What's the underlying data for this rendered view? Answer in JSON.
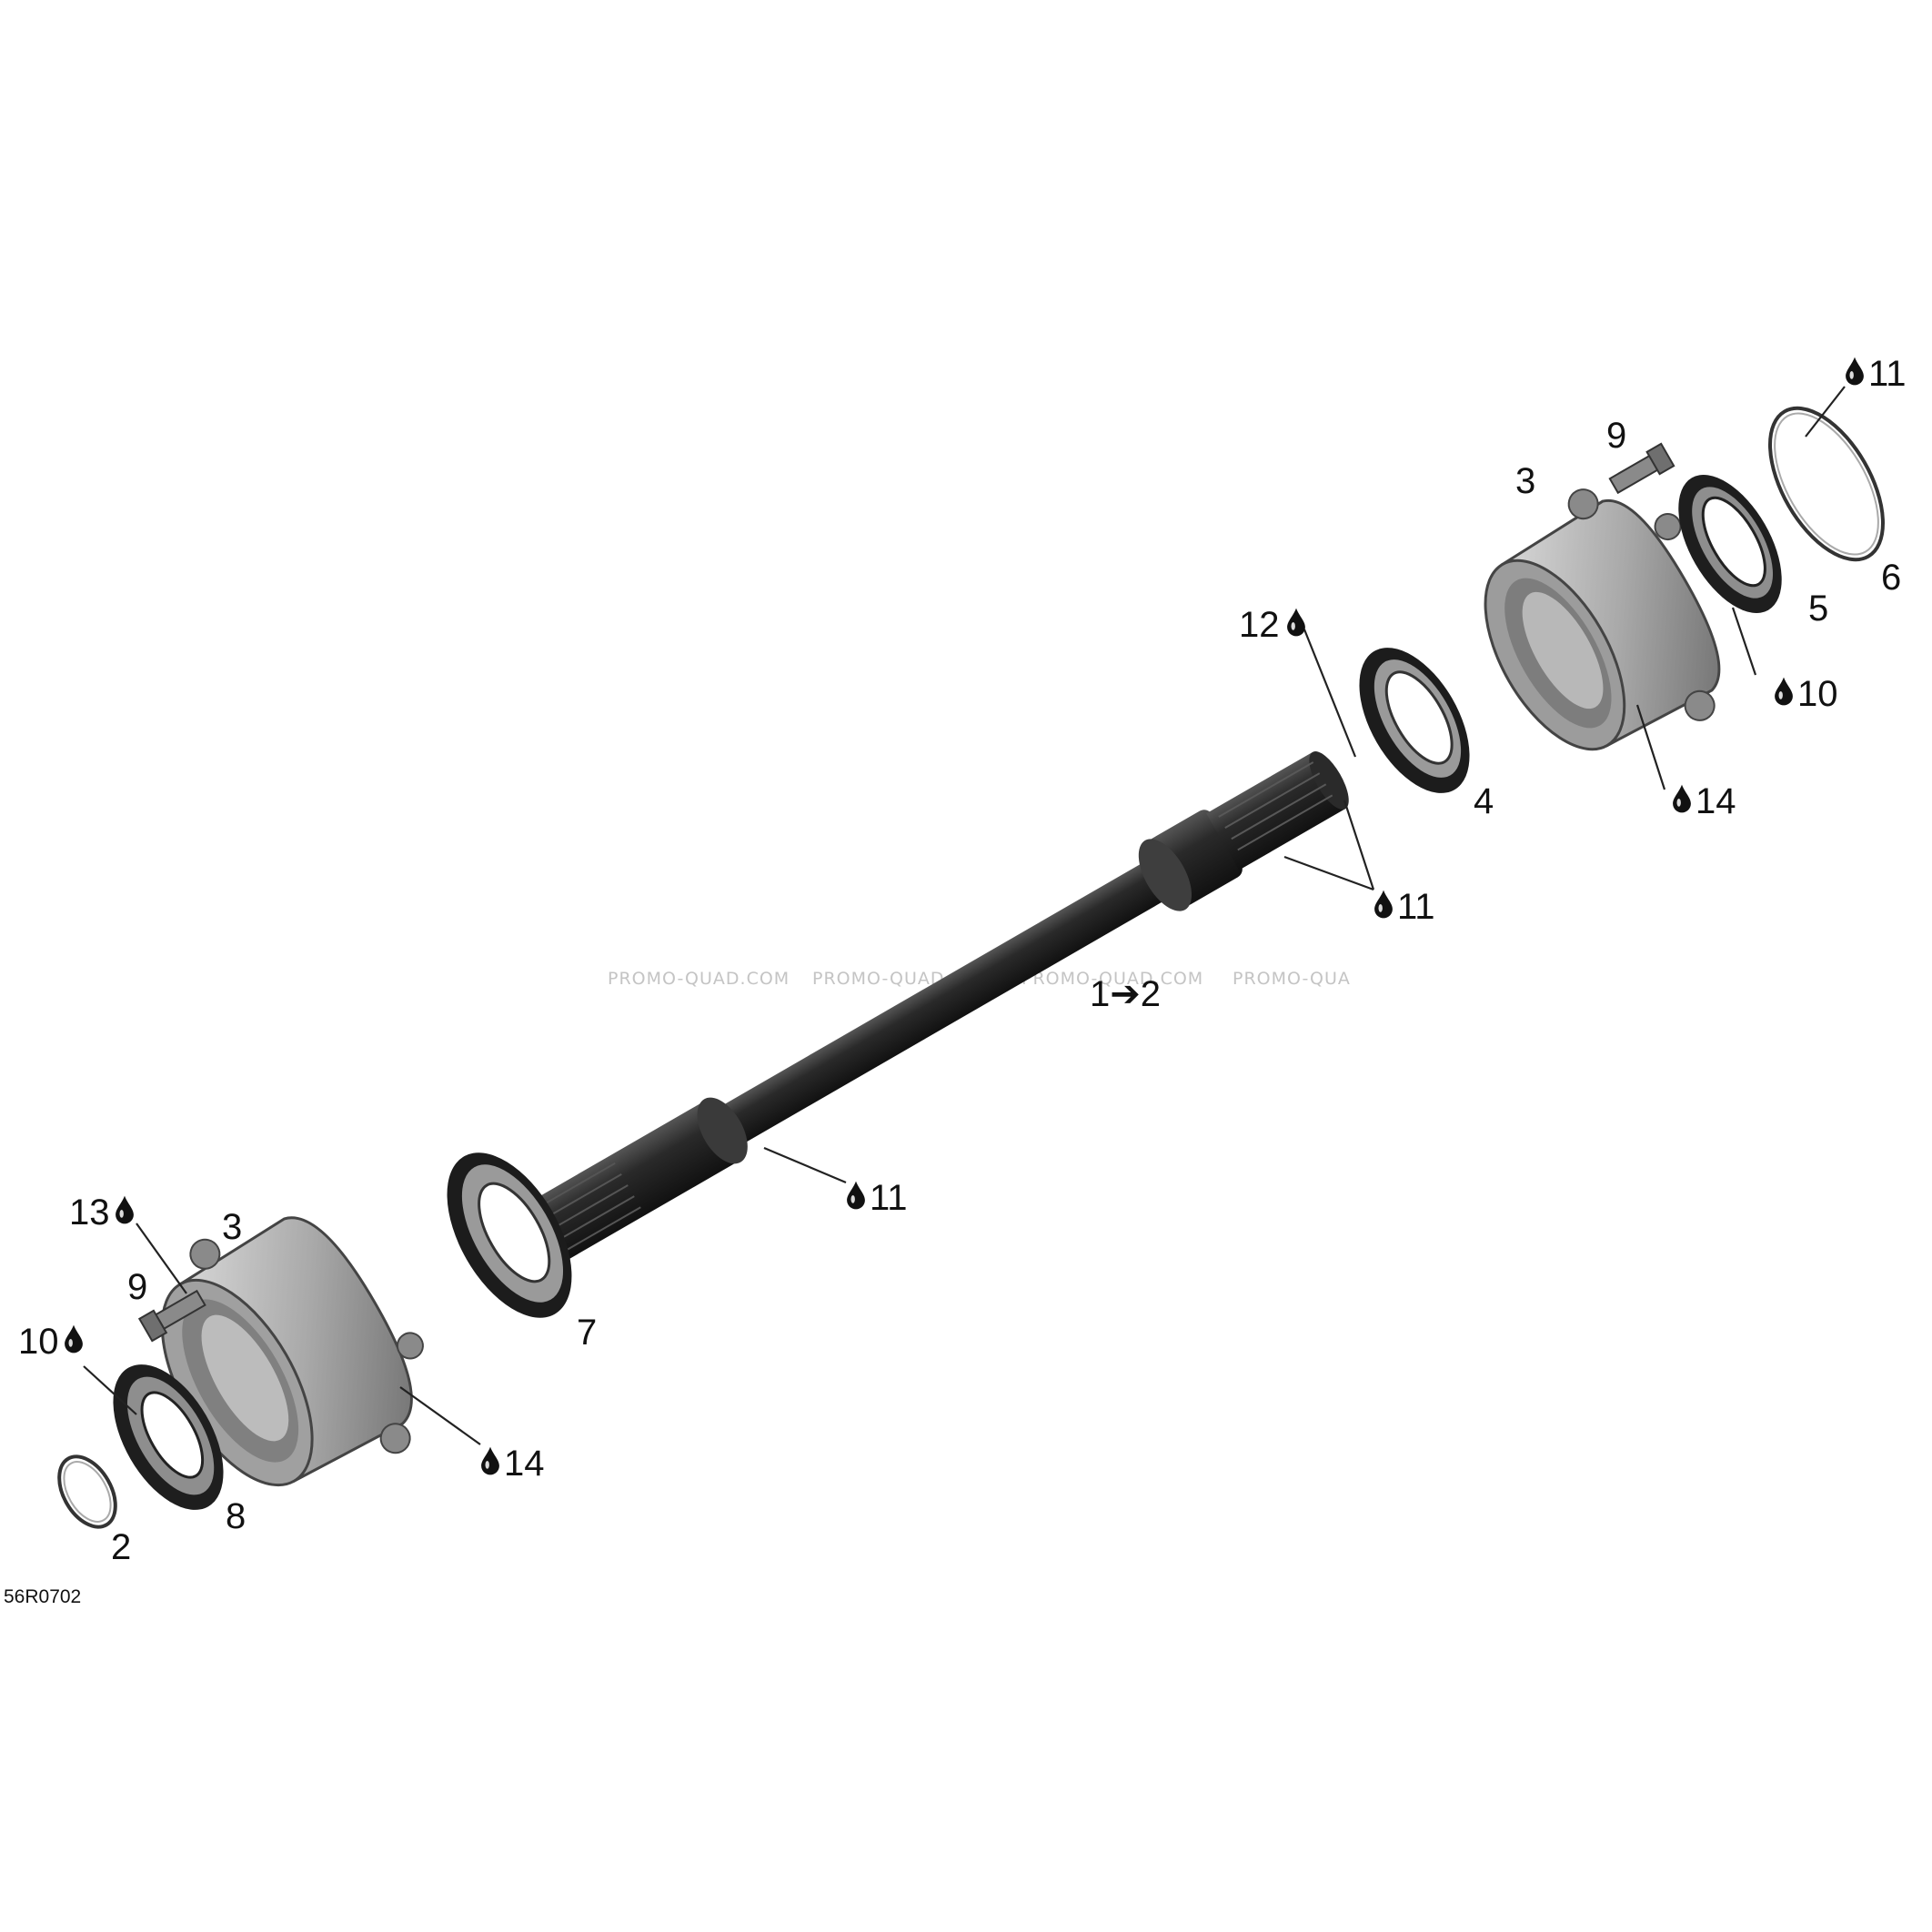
{
  "diagram": {
    "reference_code": "56R0702",
    "watermarks": [
      "PROMO-QUAD.COM",
      "PROMO-QUAD.COM",
      "PROMO-QUAD.COM",
      "PROMO-QUA"
    ],
    "shaft_label": "1➔2",
    "callouts": {
      "r_oring_11": "11",
      "r_bolt_9": "9",
      "r_housing_3": "3",
      "r_oring_6": "6",
      "r_seal_5": "5",
      "r_seal_10": "10",
      "r_housing_14": "14",
      "r_bearing_4": "4",
      "r_shaft_12": "12",
      "r_shaft_11": "11",
      "l_shaft_11": "11",
      "l_bearing_7": "7",
      "l_13": "13",
      "l_housing_3": "3",
      "l_bolt_9": "9",
      "l_seal_10": "10",
      "l_housing_14": "14",
      "l_seal_8": "8",
      "l_ring_2": "2"
    },
    "icons": {
      "lubricant": "oil-drop-icon"
    },
    "colors": {
      "ink": "#111111",
      "metal_light": "#a9a9a9",
      "metal_dark": "#2a2a2a",
      "watermark": "#c4c4c4"
    }
  }
}
